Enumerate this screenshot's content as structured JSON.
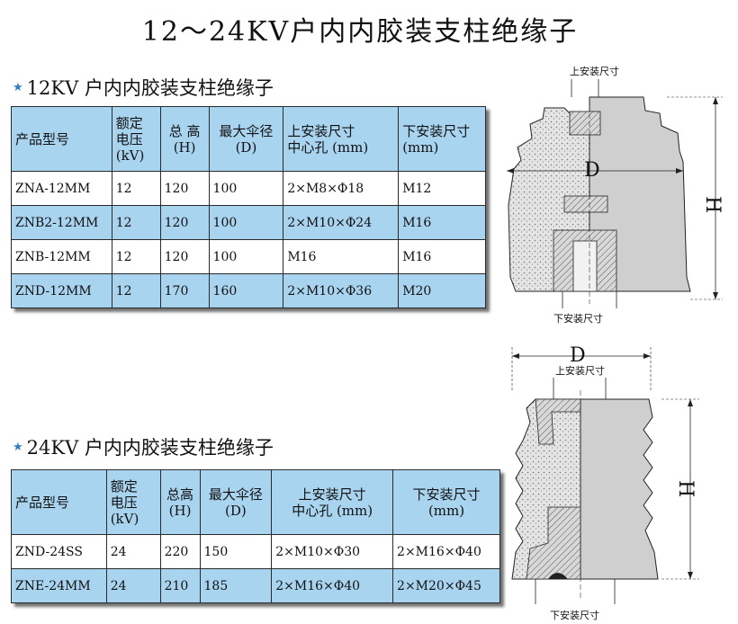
{
  "page_title": "12～24KV户内内胶装支柱绝缘子",
  "sections": [
    {
      "title": "12KV 户内内胶装支柱绝缘子",
      "headers": [
        {
          "l1": "产品型号",
          "l2": ""
        },
        {
          "l1": "额定",
          "l2": "电压\n(kV)"
        },
        {
          "l1": "总  高",
          "l2": "(H)"
        },
        {
          "l1": "最大伞径",
          "l2": "(D)"
        },
        {
          "l1": "上安装尺寸",
          "l2": "中心孔  (mm)"
        },
        {
          "l1": "下安装尺寸",
          "l2": "(mm)"
        }
      ],
      "rows": [
        [
          "ZNA-12MM",
          "12",
          "120",
          "100",
          "2×M8×Φ18",
          "M12"
        ],
        [
          "ZNB2-12MM",
          "12",
          "120",
          "100",
          "2×M10×Φ24",
          "M16"
        ],
        [
          "ZNB-12MM",
          "12",
          "120",
          "100",
          "M16",
          "M16"
        ],
        [
          "ZND-12MM",
          "12",
          "170",
          "160",
          "2×M10×Φ36",
          "M20"
        ]
      ]
    },
    {
      "title": "24KV 户内内胶装支柱绝缘子",
      "headers": [
        {
          "l1": "产品型号",
          "l2": ""
        },
        {
          "l1": "额定",
          "l2": "电压\n(kV)"
        },
        {
          "l1": "总高",
          "l2": "(H)"
        },
        {
          "l1": "最大伞径",
          "l2": "(D)"
        },
        {
          "l1": "上安装尺寸",
          "l2": "中心孔  (mm)"
        },
        {
          "l1": "下安装尺寸",
          "l2": "(mm)"
        }
      ],
      "rows": [
        [
          "ZND-24SS",
          "24",
          "220",
          "150",
          "2×M10×Φ30",
          "2×M16×Φ40"
        ],
        [
          "ZNE-24MM",
          "24",
          "210",
          "185",
          "2×M16×Φ40",
          "2×M20×Φ45"
        ]
      ]
    }
  ],
  "diagram1": {
    "top_label": "上安装尺寸",
    "bottom_label": "下安装尺寸",
    "d_label": "D",
    "h_label": "H"
  },
  "diagram2": {
    "top_label": "上安装尺寸",
    "bottom_label": "下安装尺寸",
    "d_label": "D",
    "h_label": "H"
  },
  "colors": {
    "header_blue": "#a9d4ef",
    "star_blue": "#2f7fc8"
  }
}
